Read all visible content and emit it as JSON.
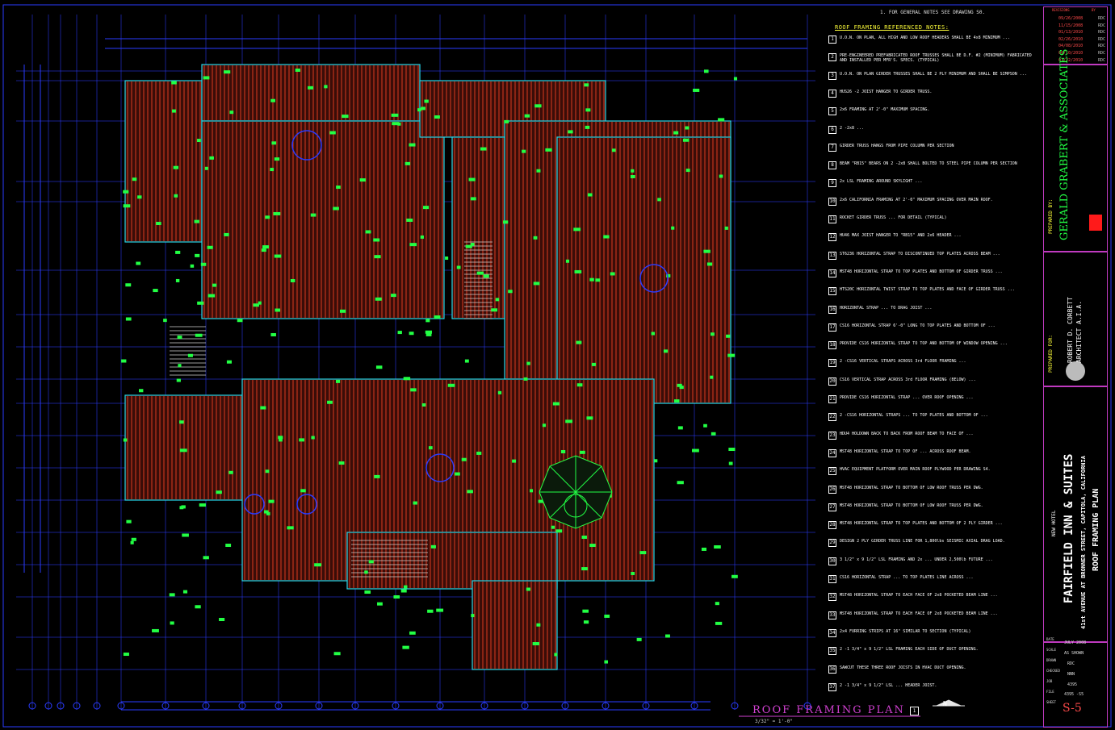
{
  "general_note": "1. FOR GENERAL NOTES SEE DRAWING S0.",
  "notes_title": "ROOF FRAMING REFERENCED NOTES:",
  "notes": [
    {
      "num": "1",
      "text": "U.O.N. ON PLAN, ALL HIGH AND LOW ROOF HEADERS SHALL BE 4x8 MINIMUM ..."
    },
    {
      "num": "2",
      "text": "PRE-ENGINEERED PREFABRICATED ROOF TRUSSES SHALL BE D.F. #2 (MINIMUM) FABRICATED AND INSTALLED PER MFR'S. SPECS. (TYPICAL)"
    },
    {
      "num": "3",
      "text": "U.O.N. ON PLAN GIRDER TRUSSES SHALL BE 2 PLY MINIMUM AND SHALL BE SIMPSON ..."
    },
    {
      "num": "4",
      "text": "HUS26 -2 JOIST HANGER TO GIRDER TRUSS."
    },
    {
      "num": "5",
      "text": "2x6 FRAMING AT 2'-0\" MAXIMUM SPACING."
    },
    {
      "num": "6",
      "text": "2 -2x8 ..."
    },
    {
      "num": "7",
      "text": "GIRDER TRUSS HANGS FROM PIPE COLUMN PER SECTION"
    },
    {
      "num": "8",
      "text": "BEAM \"RB15\" BEARS ON 2 -2x8 SHALL BOLTED TO STEEL PIPE COLUMN PER SECTION"
    },
    {
      "num": "9",
      "text": "2x LSL FRAMING AROUND SKYLIGHT ..."
    },
    {
      "num": "10",
      "text": "2x6 CALIFORNIA FRAMING AT 2'-0\" MAXIMUM SPACING OVER MAIN ROOF."
    },
    {
      "num": "11",
      "text": "ROCKET GIRDER TRUSS ... FOR DETAIL (TYPICAL)"
    },
    {
      "num": "12",
      "text": "HU46 MAX JOIST HANGER TO \"RB15\" AND 2x6 HEADER ..."
    },
    {
      "num": "13",
      "text": "ST6236 HORIZONTAL STRAP TO DISCONTINUED TOP PLATES ACROSS BEAM ..."
    },
    {
      "num": "14",
      "text": "MST48 HORIZONTAL STRAP TO TOP PLATES AND BOTTOM OF GIRDER TRUSS ..."
    },
    {
      "num": "15",
      "text": "HTS20C HORIZONTAL TWIST STRAP TO TOP PLATES AND FACE OF GIRDER TRUSS ..."
    },
    {
      "num": "16",
      "text": "HORIZONTAL STRAP ... TO DRAG JOIST ..."
    },
    {
      "num": "17",
      "text": "CS16 HORIZONTAL STRAP 6'-0\" LONG TO TOP PLATES AND BOTTOM OF ..."
    },
    {
      "num": "18",
      "text": "PROVIDE CS16 HORIZONTAL STRAP TO TOP AND BOTTOM OF WINDOW OPENING ..."
    },
    {
      "num": "19",
      "text": "2 -CS16 VERTICAL STRAPS ACROSS 3rd FLOOR FRAMING ..."
    },
    {
      "num": "20",
      "text": "CS16 VERTICAL STRAP ACROSS 3rd FLOOR FRAMING (BELOW) ..."
    },
    {
      "num": "21",
      "text": "PROVIDE CS16 HORIZONTAL STRAP ... OVER ROOF OPENING ..."
    },
    {
      "num": "22",
      "text": "2 -CS16 HORIZONTAL STRAPS ... TO TOP PLATES AND BOTTOM OF ..."
    },
    {
      "num": "23",
      "text": "HDU4 HOLDOWN BACK TO BACK FROM ROOF BEAM TO FACE OF ..."
    },
    {
      "num": "24",
      "text": "MST48 HORIZONTAL STRAP TO TOP OF ... ACROSS ROOF BEAM."
    },
    {
      "num": "25",
      "text": "HVAC EQUIPMENT PLATFORM OVER MAIN ROOF PLYWOOD PER DRAWING S4."
    },
    {
      "num": "26",
      "text": "MST48 HORIZONTAL STRAP TO BOTTOM OF LOW ROOF TRUSS PER DWG."
    },
    {
      "num": "27",
      "text": "MST48 HORIZONTAL STRAP TO BOTTOM OF LOW ROOF TRUSS PER DWG."
    },
    {
      "num": "28",
      "text": "MST48 HORIZONTAL STRAP TO TOP PLATES AND BOTTOM OF 2 PLY GIRDER ..."
    },
    {
      "num": "29",
      "text": "DESIGN 2 PLY GIRDER TRUSS LINE FOR 1,800lbs SEISMIC AXIAL DRAG LOAD."
    },
    {
      "num": "30",
      "text": "3 1/2\" x 9 1/2\" LSL FRAMING AND 2x ... UNDER 2,500lb FUTURE ..."
    },
    {
      "num": "31",
      "text": "CS16 HORIZONTAL STRAP ... TO TOP PLATES LINE ACROSS ..."
    },
    {
      "num": "32",
      "text": "MST48 HORIZONTAL STRAP TO EACH FACE OF 2x8 POCKETED BEAM LINE ..."
    },
    {
      "num": "33",
      "text": "MST48 HORIZONTAL STRAP TO EACH FACE OF 2x8 POCKETED BEAM LINE ..."
    },
    {
      "num": "34",
      "text": "2x4 FURRING STRIPS AT 16\" SIMILAR TO SECTION (TYPICAL)"
    },
    {
      "num": "35",
      "text": "2 -1 3/4\" x 9 1/2\" LSL FRAMING EACH SIDE OF DUCT OPENING."
    },
    {
      "num": "36",
      "text": "SAWCUT THESE THREE ROOF JOISTS IN HVAC DUCT OPENING."
    },
    {
      "num": "37",
      "text": "2 -1 3/4\" x 9 1/2\" LSL ... HEADER JOIST."
    }
  ],
  "revisions": {
    "header": "REVISIONS",
    "by_header": "BY",
    "rows": [
      {
        "date": "09/26/2008",
        "by": "RDC"
      },
      {
        "date": "11/15/2008",
        "by": "RDC"
      },
      {
        "date": "01/13/2010",
        "by": "RDC"
      },
      {
        "date": "02/26/2010",
        "by": "RDC"
      },
      {
        "date": "04/08/2010",
        "by": "RDC"
      },
      {
        "date": "06/10/2010",
        "by": "RDC"
      },
      {
        "date": "07/22/2010",
        "by": "RDC"
      }
    ]
  },
  "title_block": {
    "prepared_by_label": "PREPARED BY:",
    "firm": "GERALD GRABERT & ASSOCIATES",
    "prepared_for_label": "PREPARED FOR:",
    "architect": "ROBERT D. CORBETT",
    "architect_title": "ARCHITECT  A.I.A.",
    "project_small": "NEW HOTEL",
    "project": "FAIRFIELD INN & SUITES",
    "address": "41st AVENUE AT BRONNER STREET, CAPITOLA, CALIFORNIA",
    "sheet_title": "ROOF FRAMING PLAN",
    "date_label": "DATE",
    "date": "JULY 2008",
    "scale_label": "SCALE",
    "scale": "AS SHOWN",
    "drawn_label": "DRAWN",
    "drawn": "RDC",
    "checked_label": "CHECKED",
    "checked": "NNN",
    "job_label": "JOB",
    "job": "4395",
    "file_label": "FILE",
    "file": "4395 -S5",
    "sheet_label": "SHEET",
    "sheet": "S-5"
  },
  "plan": {
    "title": "ROOF FRAMING PLAN",
    "detail_num": "1",
    "scale": "3/32\" = 1'-0\"",
    "north_label": "N"
  },
  "colors": {
    "background": "#000000",
    "grid": "#2a3cff",
    "framing": "#d93a20",
    "annotation": "#22ff44",
    "cyan": "#25d6e8",
    "magenta": "#c03ac0",
    "text": "#ffffff",
    "yellow": "#ffff3a"
  }
}
